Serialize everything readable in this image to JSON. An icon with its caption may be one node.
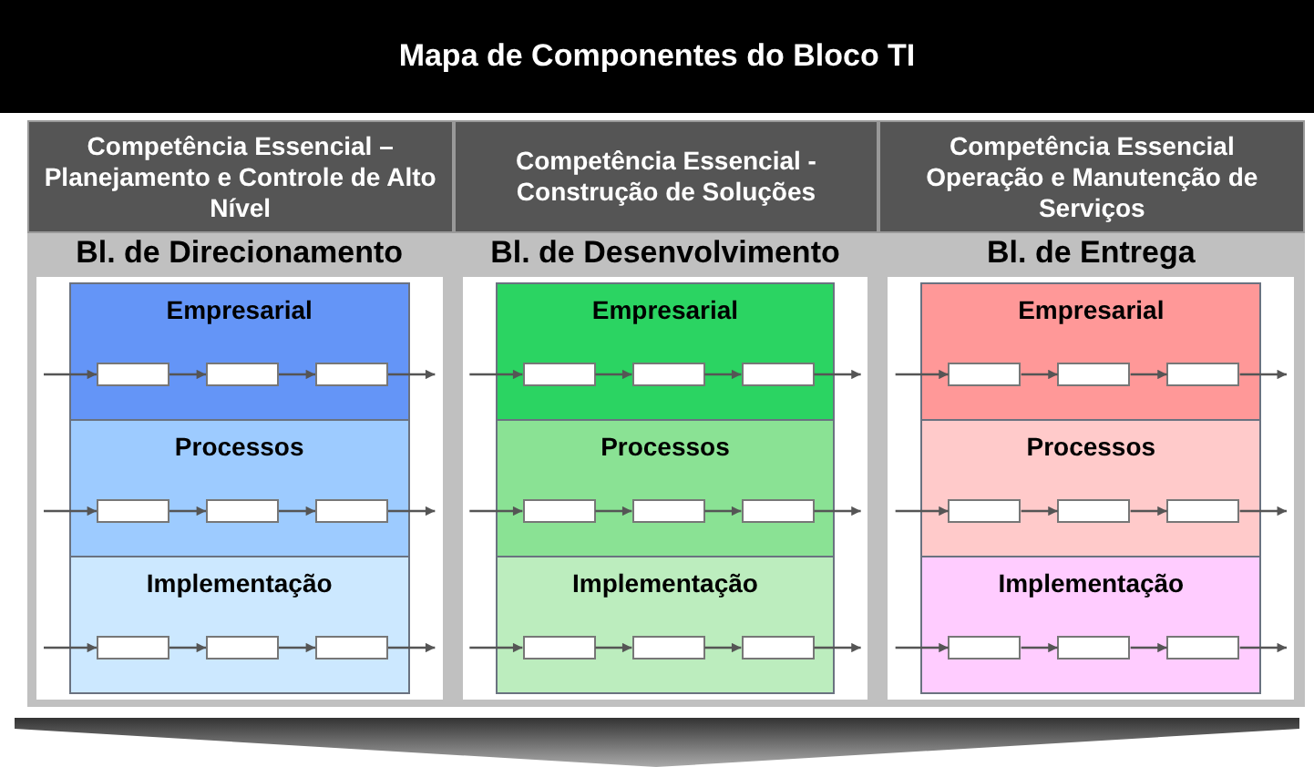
{
  "diagram": {
    "title": "Mapa de Componentes do Bloco TI",
    "nodes": [
      {
        "text": [
          "Competência Essencial – Planejamento e Controle de Alto Nível"
        ]
      },
      {
        "text": [
          "Competência Essencial - Construção de Soluções"
        ]
      },
      {
        "text": [
          "Competência Essencial Operação e Manutenção de Serviços"
        ]
      },
      {
        "text": [
          "Bl. de Direcionamento"
        ]
      },
      {
        "text": [
          "Empresarial"
        ],
        "in": 3
      },
      {
        "text": [],
        "shape": "box",
        "in": 4
      },
      {
        "text": [],
        "shape": "box",
        "in": 4
      },
      {
        "text": [],
        "shape": "box",
        "in": 4
      },
      {
        "text": [
          "Processos"
        ],
        "in": 3
      },
      {
        "text": [],
        "shape": "box",
        "in": 8
      },
      {
        "text": [],
        "shape": "box",
        "in": 8
      },
      {
        "text": [],
        "shape": "box",
        "in": 8
      },
      {
        "text": [
          "Implementação"
        ],
        "in": 3
      },
      {
        "text": [],
        "shape": "box",
        "in": 12
      },
      {
        "text": [],
        "shape": "box",
        "in": 12
      },
      {
        "text": [],
        "shape": "box",
        "in": 12
      },
      {
        "text": [
          "Bl. de Desenvolvimento"
        ]
      },
      {
        "text": [
          "Empresarial"
        ],
        "in": 16
      },
      {
        "text": [],
        "shape": "box",
        "in": 17
      },
      {
        "text": [],
        "shape": "box",
        "in": 17
      },
      {
        "text": [],
        "shape": "box",
        "in": 17
      },
      {
        "text": [
          "Processos"
        ],
        "in": 16
      },
      {
        "text": [],
        "shape": "box",
        "in": 21
      },
      {
        "text": [],
        "shape": "box",
        "in": 21
      },
      {
        "text": [],
        "shape": "box",
        "in": 21
      },
      {
        "text": [
          "Implementação"
        ],
        "in": 16
      },
      {
        "text": [],
        "shape": "box",
        "in": 25
      },
      {
        "text": [],
        "shape": "box",
        "in": 25
      },
      {
        "text": [],
        "shape": "box",
        "in": 25
      },
      {
        "text": [
          "Bl. de Entrega"
        ]
      },
      {
        "text": [
          "Empresarial"
        ],
        "in": 29
      },
      {
        "text": [],
        "shape": "box",
        "in": 30
      },
      {
        "text": [],
        "shape": "box",
        "in": 30
      },
      {
        "text": [],
        "shape": "box",
        "in": 30
      },
      {
        "text": [
          "Processos"
        ],
        "in": 29
      },
      {
        "text": [],
        "shape": "box",
        "in": 34
      },
      {
        "text": [],
        "shape": "box",
        "in": 34
      },
      {
        "text": [],
        "shape": "box",
        "in": 34
      },
      {
        "text": [
          "Implementação"
        ],
        "in": 29
      },
      {
        "text": [],
        "shape": "box",
        "in": 38
      },
      {
        "text": [],
        "shape": "box",
        "in": 38
      },
      {
        "text": [],
        "shape": "box",
        "in": 38
      }
    ],
    "edges": [
      {
        "from": null,
        "to": 5,
        "arrow": "to"
      },
      {
        "from": 5,
        "to": 6,
        "arrow": "to"
      },
      {
        "from": 6,
        "to": 7,
        "arrow": "to"
      },
      {
        "from": 7,
        "to": null,
        "arrow": "to"
      },
      {
        "from": null,
        "to": 9,
        "arrow": "to"
      },
      {
        "from": 9,
        "to": 10,
        "arrow": "to"
      },
      {
        "from": 10,
        "to": 11,
        "arrow": "to"
      },
      {
        "from": 11,
        "to": null,
        "arrow": "to"
      },
      {
        "from": null,
        "to": 13,
        "arrow": "to"
      },
      {
        "from": 13,
        "to": 14,
        "arrow": "to"
      },
      {
        "from": 14,
        "to": 15,
        "arrow": "to"
      },
      {
        "from": 15,
        "to": null,
        "arrow": "to"
      },
      {
        "from": null,
        "to": 18,
        "arrow": "to"
      },
      {
        "from": 18,
        "to": 19,
        "arrow": "to"
      },
      {
        "from": 19,
        "to": 20,
        "arrow": "to"
      },
      {
        "from": 20,
        "to": null,
        "arrow": "to"
      },
      {
        "from": null,
        "to": 22,
        "arrow": "to"
      },
      {
        "from": 22,
        "to": 23,
        "arrow": "to"
      },
      {
        "from": 23,
        "to": 24,
        "arrow": "to"
      },
      {
        "from": 24,
        "to": null,
        "arrow": "to"
      },
      {
        "from": null,
        "to": 26,
        "arrow": "to"
      },
      {
        "from": 26,
        "to": 27,
        "arrow": "to"
      },
      {
        "from": 27,
        "to": 28,
        "arrow": "to"
      },
      {
        "from": 28,
        "to": null,
        "arrow": "to"
      },
      {
        "from": null,
        "to": 31,
        "arrow": "to"
      },
      {
        "from": 31,
        "to": 32,
        "arrow": "to"
      },
      {
        "from": 32,
        "to": 33,
        "arrow": "to"
      },
      {
        "from": 33,
        "to": null,
        "arrow": "to"
      },
      {
        "from": null,
        "to": 35,
        "arrow": "to"
      },
      {
        "from": 35,
        "to": 36,
        "arrow": "to"
      },
      {
        "from": 36,
        "to": 37,
        "arrow": "to"
      },
      {
        "from": 37,
        "to": null,
        "arrow": "to"
      },
      {
        "from": null,
        "to": 39,
        "arrow": "to"
      },
      {
        "from": 39,
        "to": 40,
        "arrow": "to"
      },
      {
        "from": 40,
        "to": 41,
        "arrow": "to"
      },
      {
        "from": 41,
        "to": null,
        "arrow": "to"
      }
    ]
  }
}
